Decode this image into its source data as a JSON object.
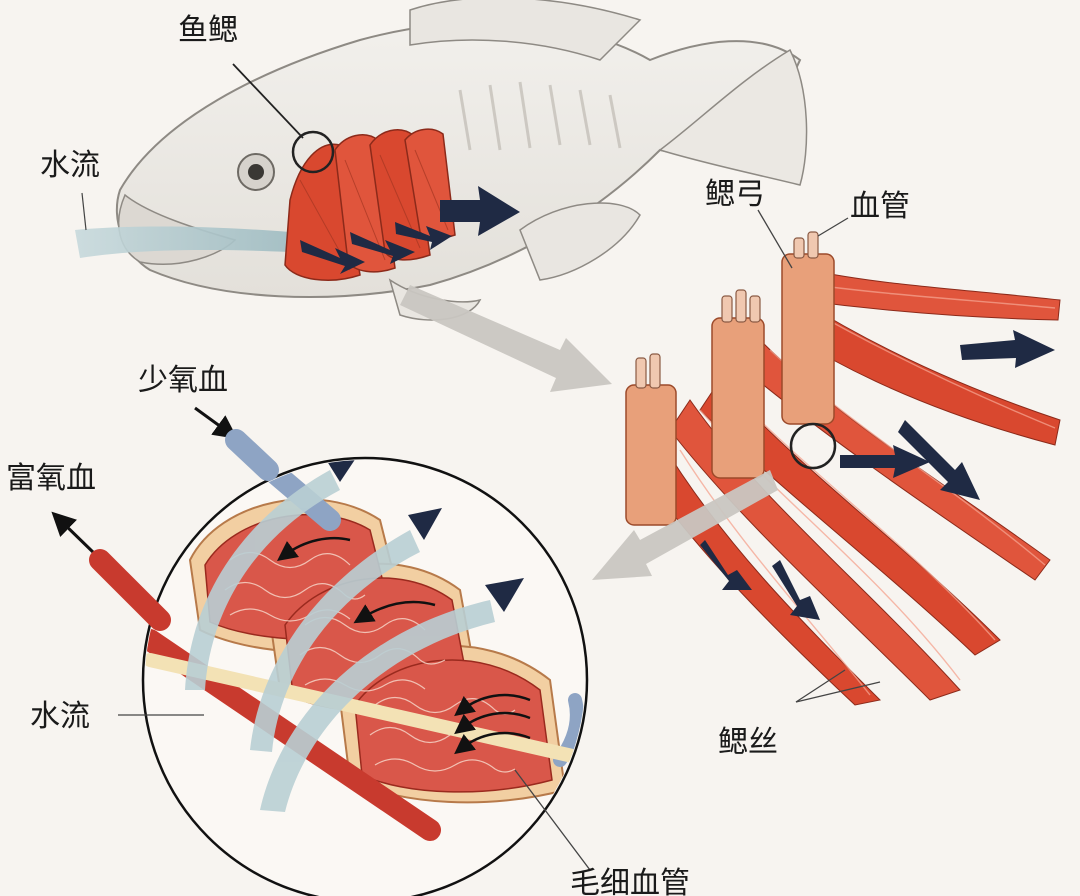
{
  "labels": {
    "fish_gill": "鱼鳃",
    "water_flow_top": "水流",
    "gill_arch": "鳃弓",
    "blood_vessel": "血管",
    "deoxygenated_blood": "少氧血",
    "oxygenated_blood": "富氧血",
    "water_flow_bottom": "水流",
    "gill_filaments": "鳃丝",
    "capillaries": "毛细血管"
  },
  "colors": {
    "background": "#f7f4f0",
    "gill_red": "#d9482f",
    "filament_red": "#e0553c",
    "arch_tan": "#e8b98a",
    "water_arrow": "#1f2a44",
    "water_stream": "#a9c3c9",
    "artery_blue": "#8ea4c4",
    "artery_red": "#c83a2e",
    "fish_body": "#eeece8"
  }
}
